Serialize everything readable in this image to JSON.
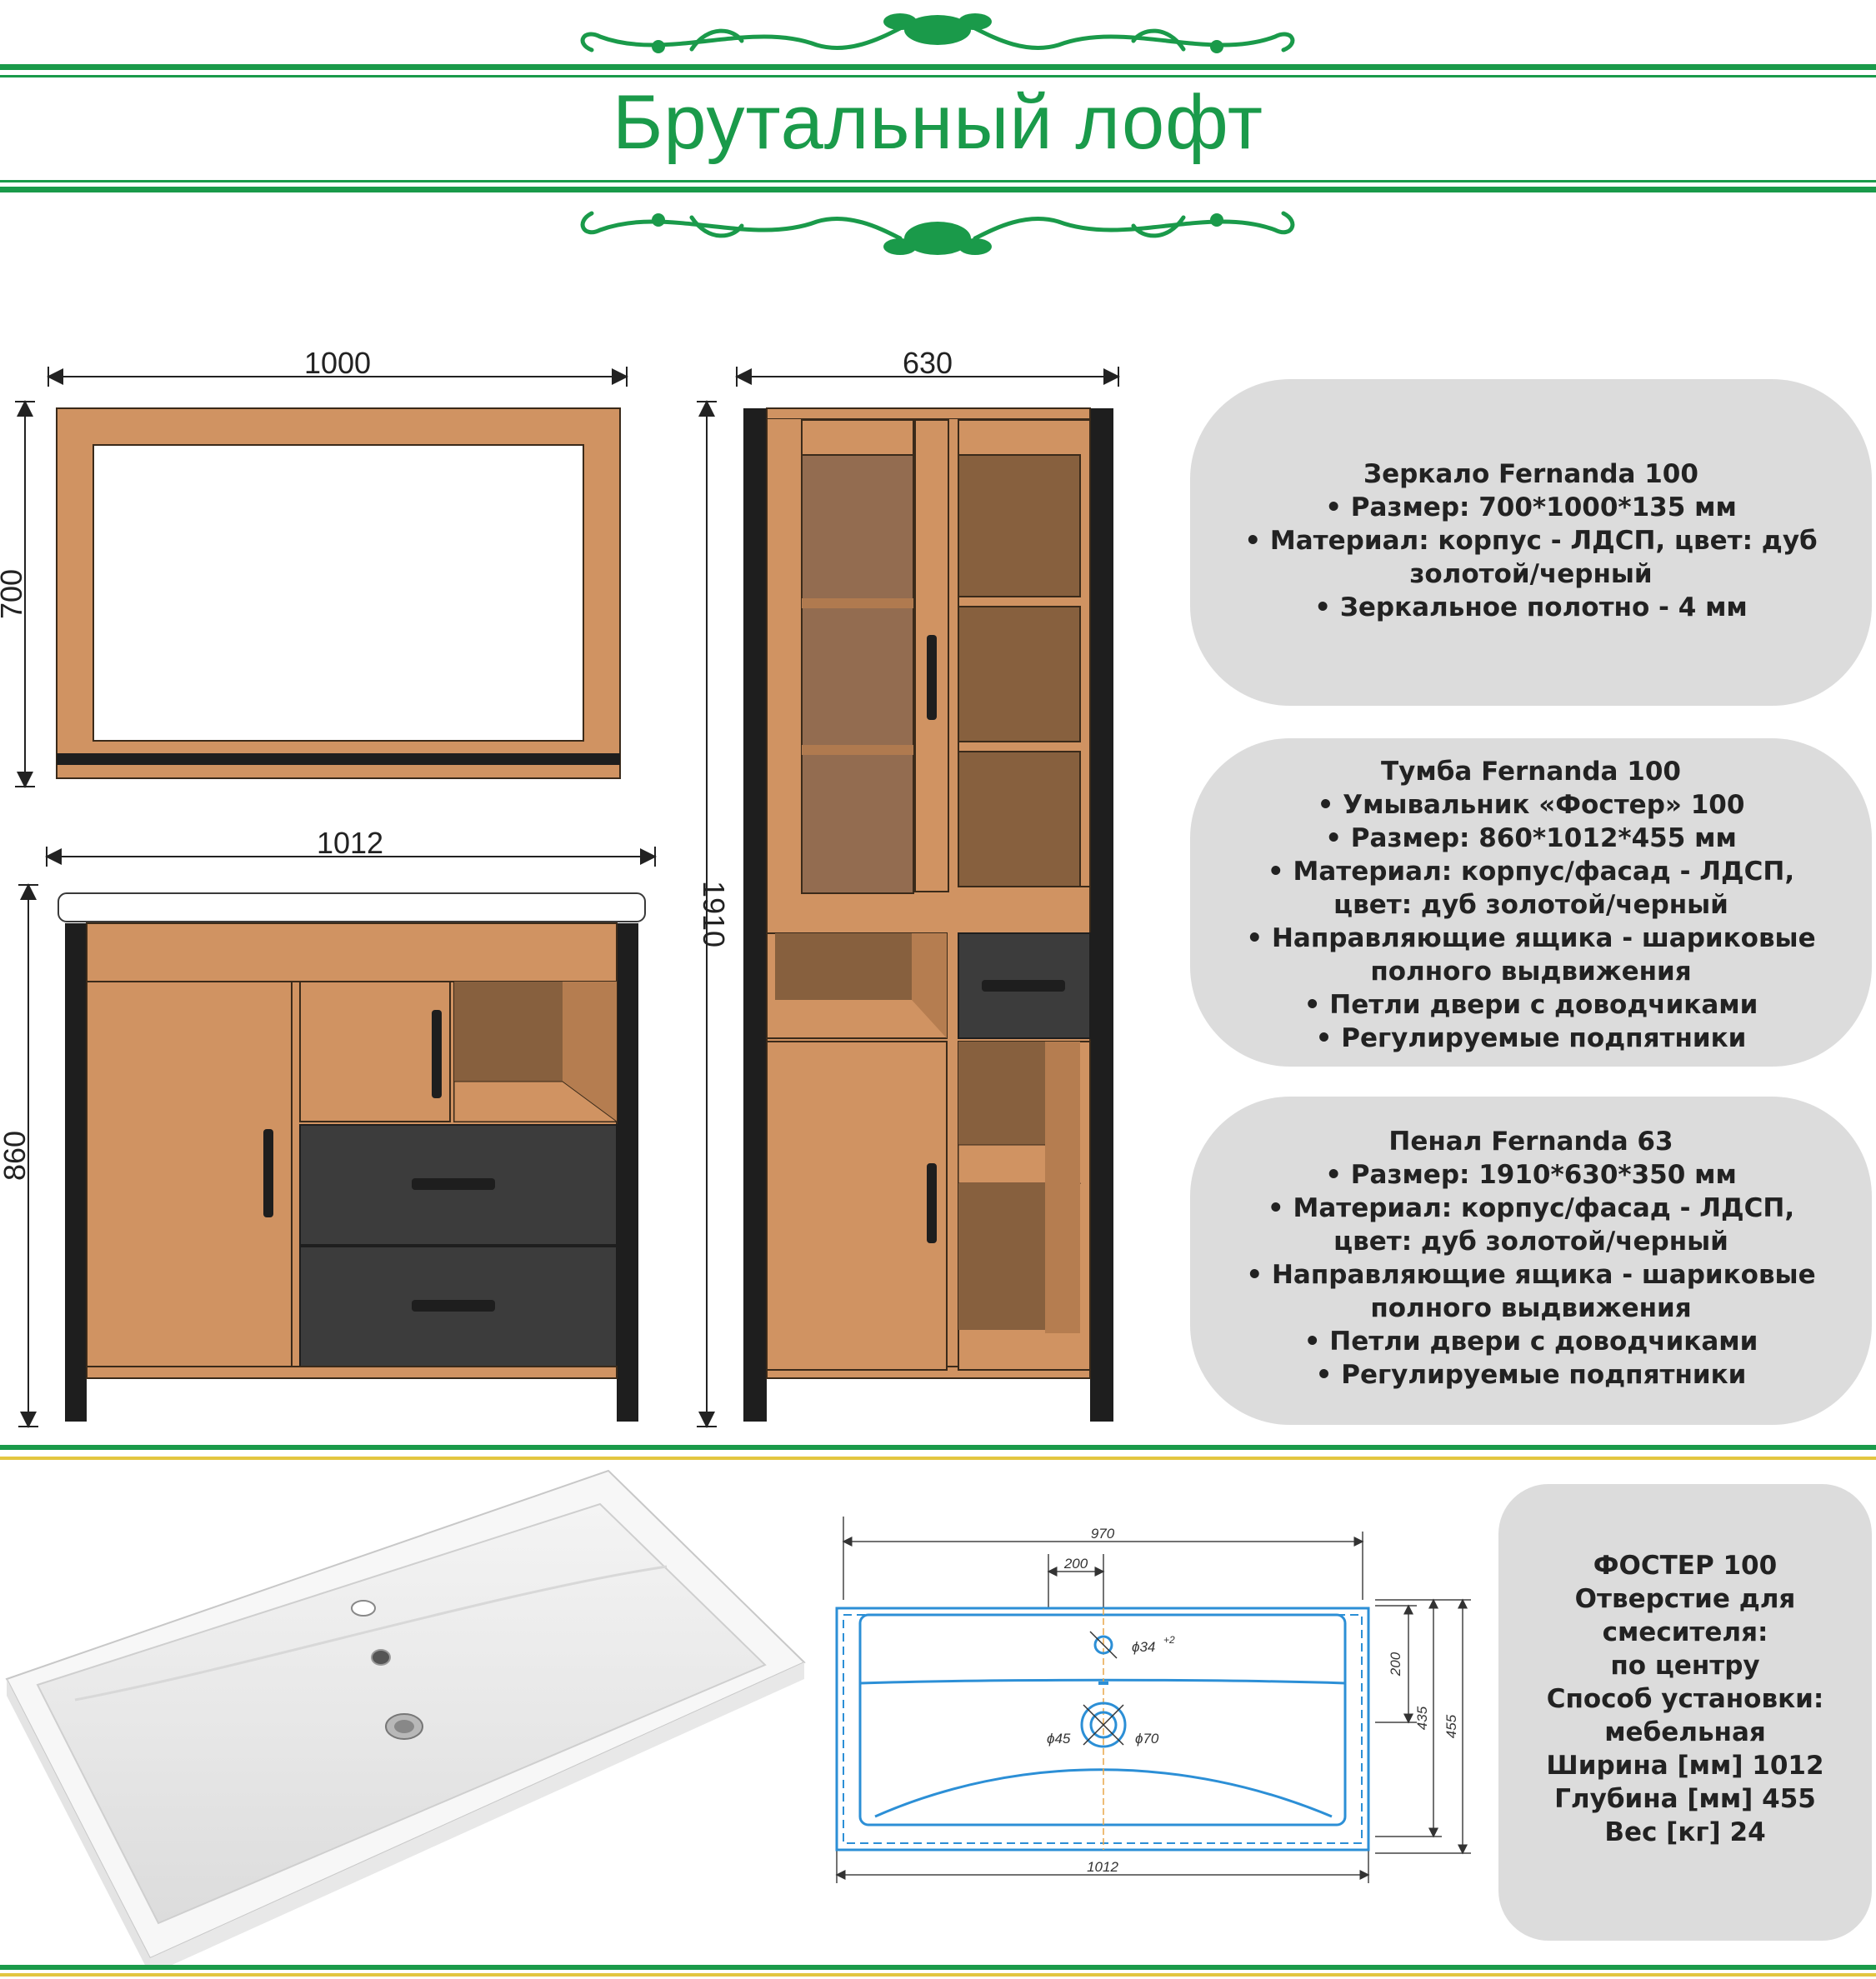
{
  "page": {
    "title": "Брутальный лофт"
  },
  "dimensions": {
    "mirror_width": "1000",
    "mirror_height": "700",
    "vanity_width": "1012",
    "vanity_height": "860",
    "pencil_width": "630",
    "pencil_height": "1910"
  },
  "basin_drawing": {
    "overall_length": "970",
    "hole_offset": "200",
    "hole_diameter": "ϕ34",
    "hole_tolerance": "+2",
    "drain_inner": "ϕ45",
    "drain_outer": "ϕ70",
    "depth_to_edge": "200",
    "depth_inner": "435",
    "depth_total": "455",
    "base_length": "1012"
  },
  "panels": [
    {
      "title": "Зеркало Fernanda 100",
      "lines": [
        "• Размер: 700*1000*135 мм",
        "• Материал: корпус - ЛДСП, цвет: дуб",
        "золотой/черный",
        "• Зеркальное полотно - 4 мм"
      ]
    },
    {
      "title": "Тумба Fernanda 100",
      "lines": [
        "• Умывальник «Фостер» 100",
        "• Размер: 860*1012*455 мм",
        "• Материал: корпус/фасад - ЛДСП,",
        "цвет: дуб золотой/черный",
        "• Направляющие ящика - шариковые",
        "полного выдвижения",
        "• Петли двери с доводчиками",
        "• Регулируемые подпятники"
      ]
    },
    {
      "title": "Пенал Fernanda 63",
      "lines": [
        "• Размер: 1910*630*350 мм",
        "• Материал: корпус/фасад - ЛДСП,",
        "цвет: дуб золотой/черный",
        "• Направляющие ящика - шариковые",
        "полного выдвижения",
        "• Петли двери с доводчиками",
        "• Регулируемые подпятники"
      ]
    },
    {
      "title": "ФОСТЕР 100",
      "lines": [
        "Отверстие для",
        "смесителя:",
        "по центру",
        "Способ установки:",
        "мебельная",
        "Ширина [мм] 1012",
        "Глубина [мм] 455",
        "Вес [кг] 24"
      ]
    }
  ],
  "colors": {
    "brand_green": "#1a9a4a",
    "accent_yellow": "#e3c640",
    "oak": "#d09362",
    "oak_dark": "#87603e",
    "black_frame": "#1e1e1e",
    "drawer_gray": "#3c3c3c",
    "panel_bg": "#dcdcdc",
    "drawing_blue": "#2c8fd6"
  }
}
